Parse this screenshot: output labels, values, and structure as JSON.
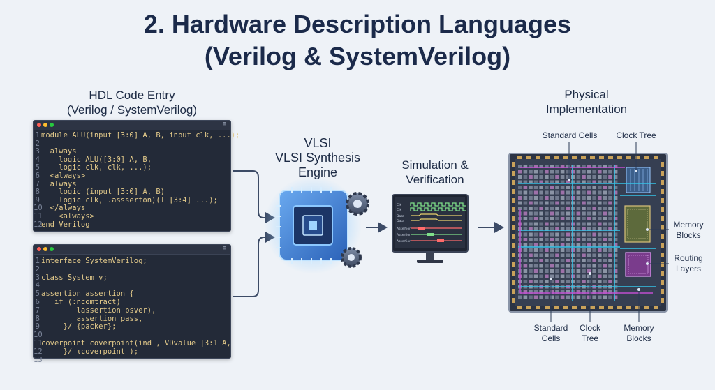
{
  "title": {
    "line1": "2. Hardware Description Languages",
    "line2": "(Verilog & SystemVerilog)"
  },
  "hdl": {
    "title_line1": "HDL Code Entry",
    "title_line2": "(Verilog / SystemVerilog)",
    "window_controls": "≡",
    "code1": [
      {
        "n": "1",
        "t": "module ALU(input [3:0] A, B, input clk, ...);"
      },
      {
        "n": "2",
        "t": ""
      },
      {
        "n": "3",
        "t": "  always"
      },
      {
        "n": "4",
        "t": "    logic ALU([3:0] A, B,"
      },
      {
        "n": "5",
        "t": "    logic clk, clk, ...);"
      },
      {
        "n": "6",
        "t": "  <always>"
      },
      {
        "n": "7",
        "t": "  always"
      },
      {
        "n": "8",
        "t": "    logic (input [3:0] A, B)"
      },
      {
        "n": "9",
        "t": "    logic clk, .assserton)(T [3:4] ...);"
      },
      {
        "n": "10",
        "t": "  </always"
      },
      {
        "n": "11",
        "t": "    <always>"
      },
      {
        "n": "12",
        "t": "end Verilog"
      }
    ],
    "code2": [
      {
        "n": "1",
        "t": "interface SystemVerilog;"
      },
      {
        "n": "2",
        "t": ""
      },
      {
        "n": "3",
        "t": "class System v;"
      },
      {
        "n": "4",
        "t": ""
      },
      {
        "n": "5",
        "t": "assertion assertion {"
      },
      {
        "n": "6",
        "t": "   if (:ncomtract)"
      },
      {
        "n": "7",
        "t": "        lassertion psver),"
      },
      {
        "n": "8",
        "t": "        assertion pass,"
      },
      {
        "n": "9",
        "t": "     }/ {packer};"
      },
      {
        "n": "10",
        "t": ""
      },
      {
        "n": "11",
        "t": "coverpoint coverpoint(ind , VDvalue |3:1 A,"
      },
      {
        "n": "12",
        "t": "     }/ ιcoverpoint );"
      },
      {
        "n": "13",
        "t": ""
      }
    ]
  },
  "synthesis": {
    "line1": "VLSI",
    "line2": "VLSI Synthesis",
    "line3": "Engine"
  },
  "simulation": {
    "line1": "Simulation &",
    "line2": "Verification",
    "signals": [
      "Clk",
      "Clk",
      "Data",
      "Data",
      "Assertion",
      "Assertion",
      "Assertion"
    ]
  },
  "physical": {
    "title_line1": "Physical",
    "title_line2": "Implementation",
    "labels": {
      "standard_cells_top": "Standard Cells",
      "clock_tree_top": "Clock Tree",
      "memory_blocks_right_1": "Memory",
      "memory_blocks_right_2": "Blocks",
      "routing_layers_1": "Routing",
      "routing_layers_2": "Layers",
      "standard_cells_bottom_1": "Standard",
      "standard_cells_bottom_2": "Cells",
      "clock_tree_bottom_1": "Clock",
      "clock_tree_bottom_2": "Tree",
      "memory_blocks_bottom_1": "Memory",
      "memory_blocks_bottom_2": "Blocks"
    }
  },
  "colors": {
    "code_bg": "#232a38",
    "code_text": "#e2c98a",
    "line_number": "#7a8498",
    "arrow": "#3c4b66",
    "chip_glow": "#7cc4ff",
    "die_bg": "#2c3444",
    "route_cyan": "#35c4e8",
    "route_magenta": "#c04fd0"
  }
}
